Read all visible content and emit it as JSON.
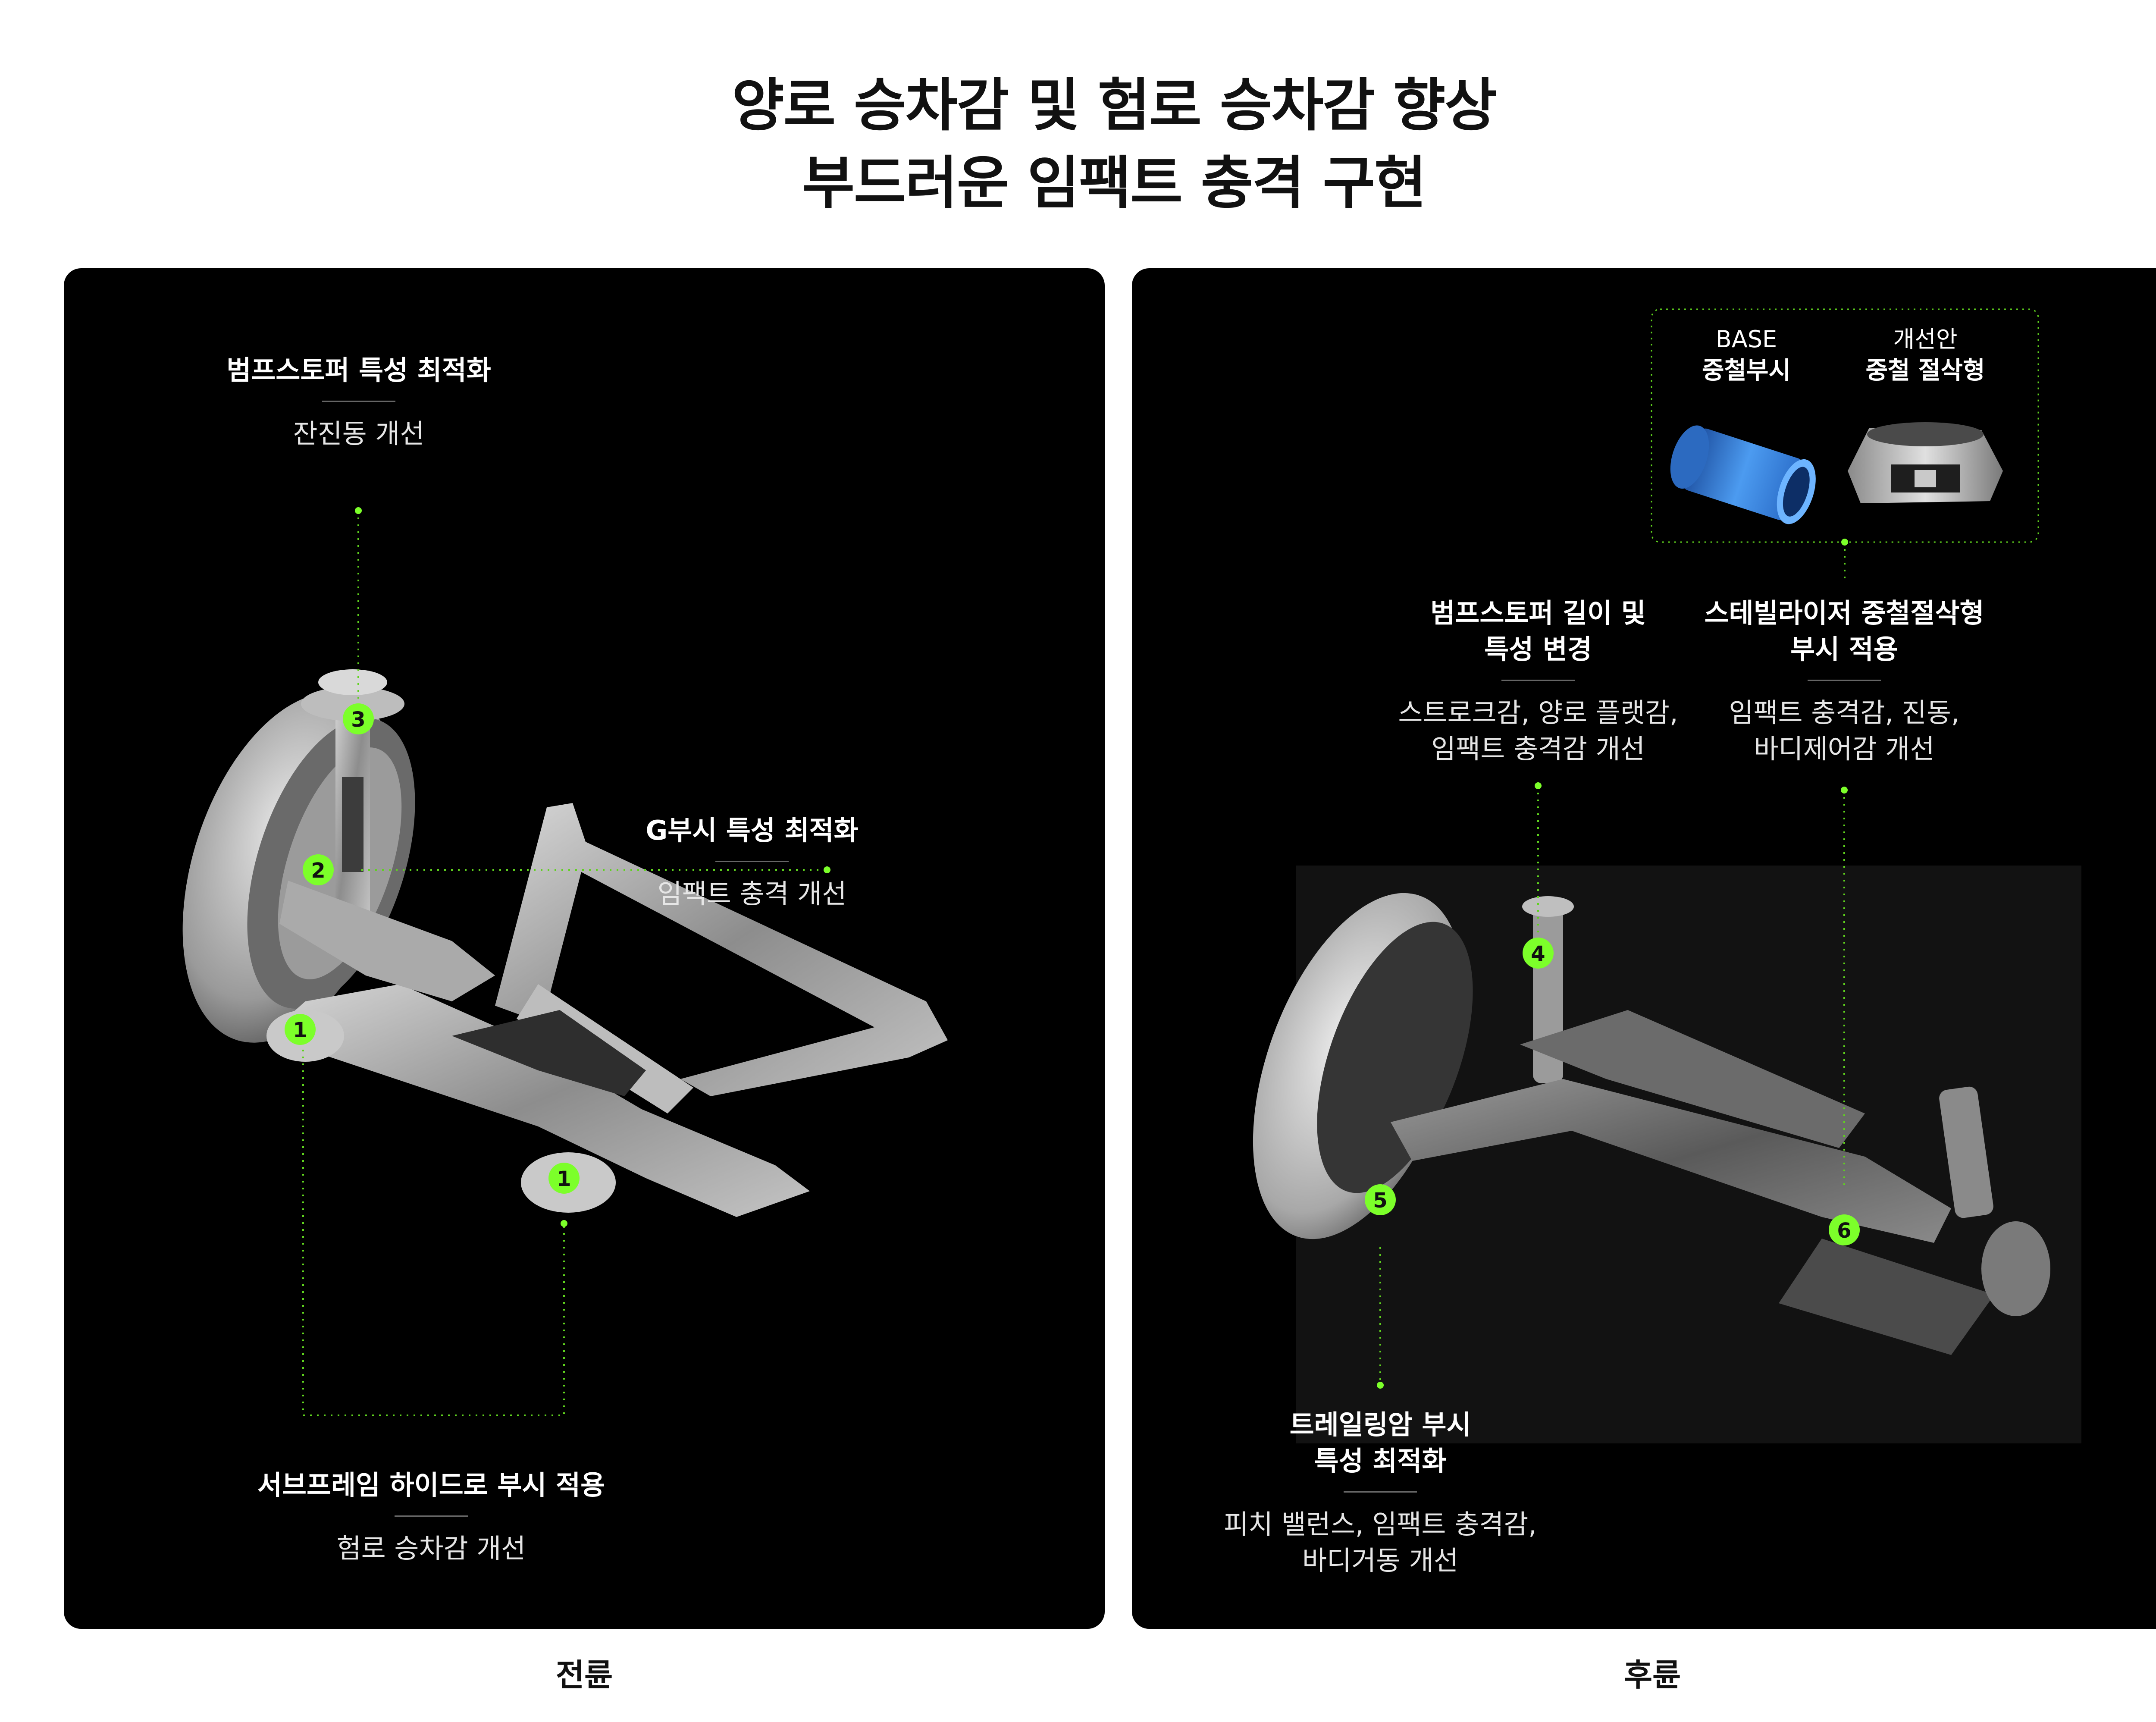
{
  "title": {
    "line1": "양로 승차감 및 험로 승차감 향상",
    "line2": "부드러운 임팩트 충격 구현"
  },
  "front": {
    "label": "전륜",
    "callouts": [
      {
        "num": "3",
        "head": "범프스토퍼 특성 최적화",
        "sub": "잔진동 개선"
      },
      {
        "num": "2",
        "head": "G부시 특성 최적화",
        "sub": "임팩트 충격 개선"
      },
      {
        "num": "1",
        "head": "서브프레임 하이드로 부시 적용",
        "sub": "험로 승차감 개선"
      }
    ]
  },
  "rear": {
    "label": "후륜",
    "inset": {
      "base_top": "BASE",
      "base_name": "중철부시",
      "improved_top": "개선안",
      "improved_name": "중철 절삭형"
    },
    "callouts": [
      {
        "num": "4",
        "head": "범프스토퍼 길이 및\n특성 변경",
        "sub": "스트로크감, 양로 플랫감,\n임팩트 충격감 개선"
      },
      {
        "num": "6",
        "head": "스테빌라이저 중철절삭형\n부시 적용",
        "sub": "임팩트 충격감, 진동,\n바디제어감 개선"
      },
      {
        "num": "5",
        "head": "트레일링암 부시\n특성 최적화",
        "sub": "피치 밸런스, 임팩트 충격감,\n바디거동 개선"
      }
    ]
  },
  "colors": {
    "accent": "#7CFF2A",
    "panel": "#000000",
    "leader": "#5FD21E"
  }
}
